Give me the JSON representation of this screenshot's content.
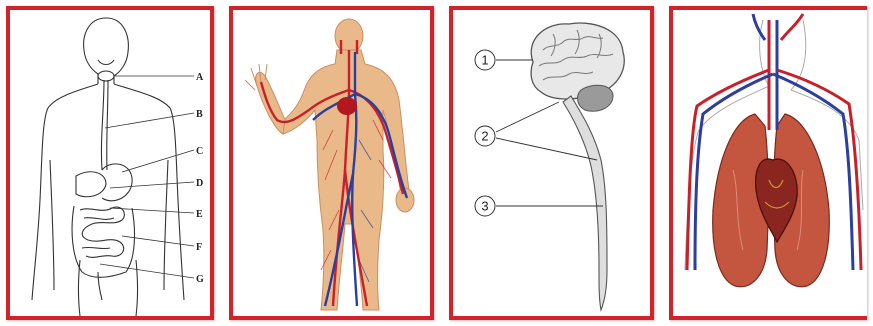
{
  "panels": [
    {
      "subject": "digestive-system",
      "labels": [
        "A",
        "B",
        "C",
        "D",
        "E",
        "F",
        "G"
      ]
    },
    {
      "subject": "circulatory-system"
    },
    {
      "subject": "nervous-system",
      "labels": [
        "1",
        "2",
        "3"
      ]
    },
    {
      "subject": "heart-and-lungs"
    }
  ],
  "colors": {
    "frame": "#d2232a",
    "artery": "#c8202a",
    "vein": "#2b3f9e",
    "outline": "#333333"
  }
}
